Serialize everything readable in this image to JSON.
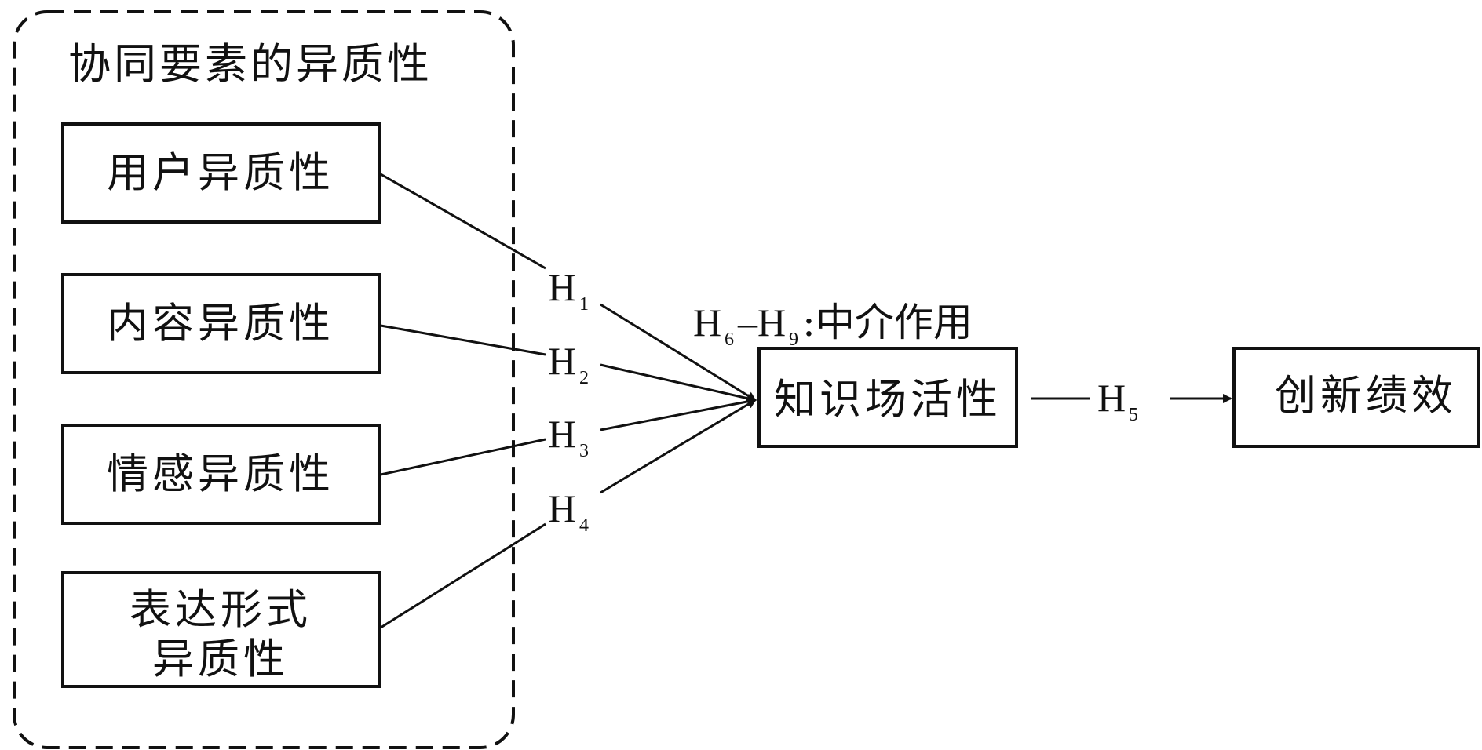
{
  "group": {
    "title": "协同要素的异质性"
  },
  "nodes": {
    "user_het": "用户异质性",
    "content_het": "内容异质性",
    "emotion_het": "情感异质性",
    "expr_het_line1": "表达形式",
    "expr_het_line2": "异质性",
    "knowledge_field": "知识场活性",
    "innovation": "创新绩效"
  },
  "hypotheses": {
    "h1": {
      "main": "H",
      "sub": "1"
    },
    "h2": {
      "main": "H",
      "sub": "2"
    },
    "h3": {
      "main": "H",
      "sub": "3"
    },
    "h4": {
      "main": "H",
      "sub": "4"
    },
    "h5": {
      "main": "H",
      "sub": "5"
    }
  },
  "mediation": {
    "h_start": "H",
    "h_start_sub": "6",
    "dash": "–",
    "h_end": "H",
    "h_end_sub": "9",
    "suffix": ":中介作用"
  }
}
